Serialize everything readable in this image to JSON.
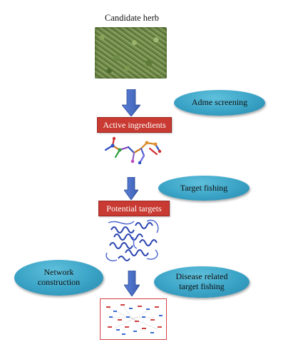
{
  "title": "Candidate herb",
  "steps": {
    "adme": "Adme screening",
    "active": "Active ingredients",
    "target_fishing": "Target fishing",
    "potential": "Potential targets",
    "network": "Network\nconstruction",
    "disease": "Disease related\ntarget fishing"
  },
  "colors": {
    "arrow": "#4a6ec6",
    "ellipse": "#3aa3c6",
    "redbox": "#c83a32"
  },
  "icons": [
    "herb-photo",
    "molecule-icon",
    "protein-icon",
    "network-icon"
  ]
}
